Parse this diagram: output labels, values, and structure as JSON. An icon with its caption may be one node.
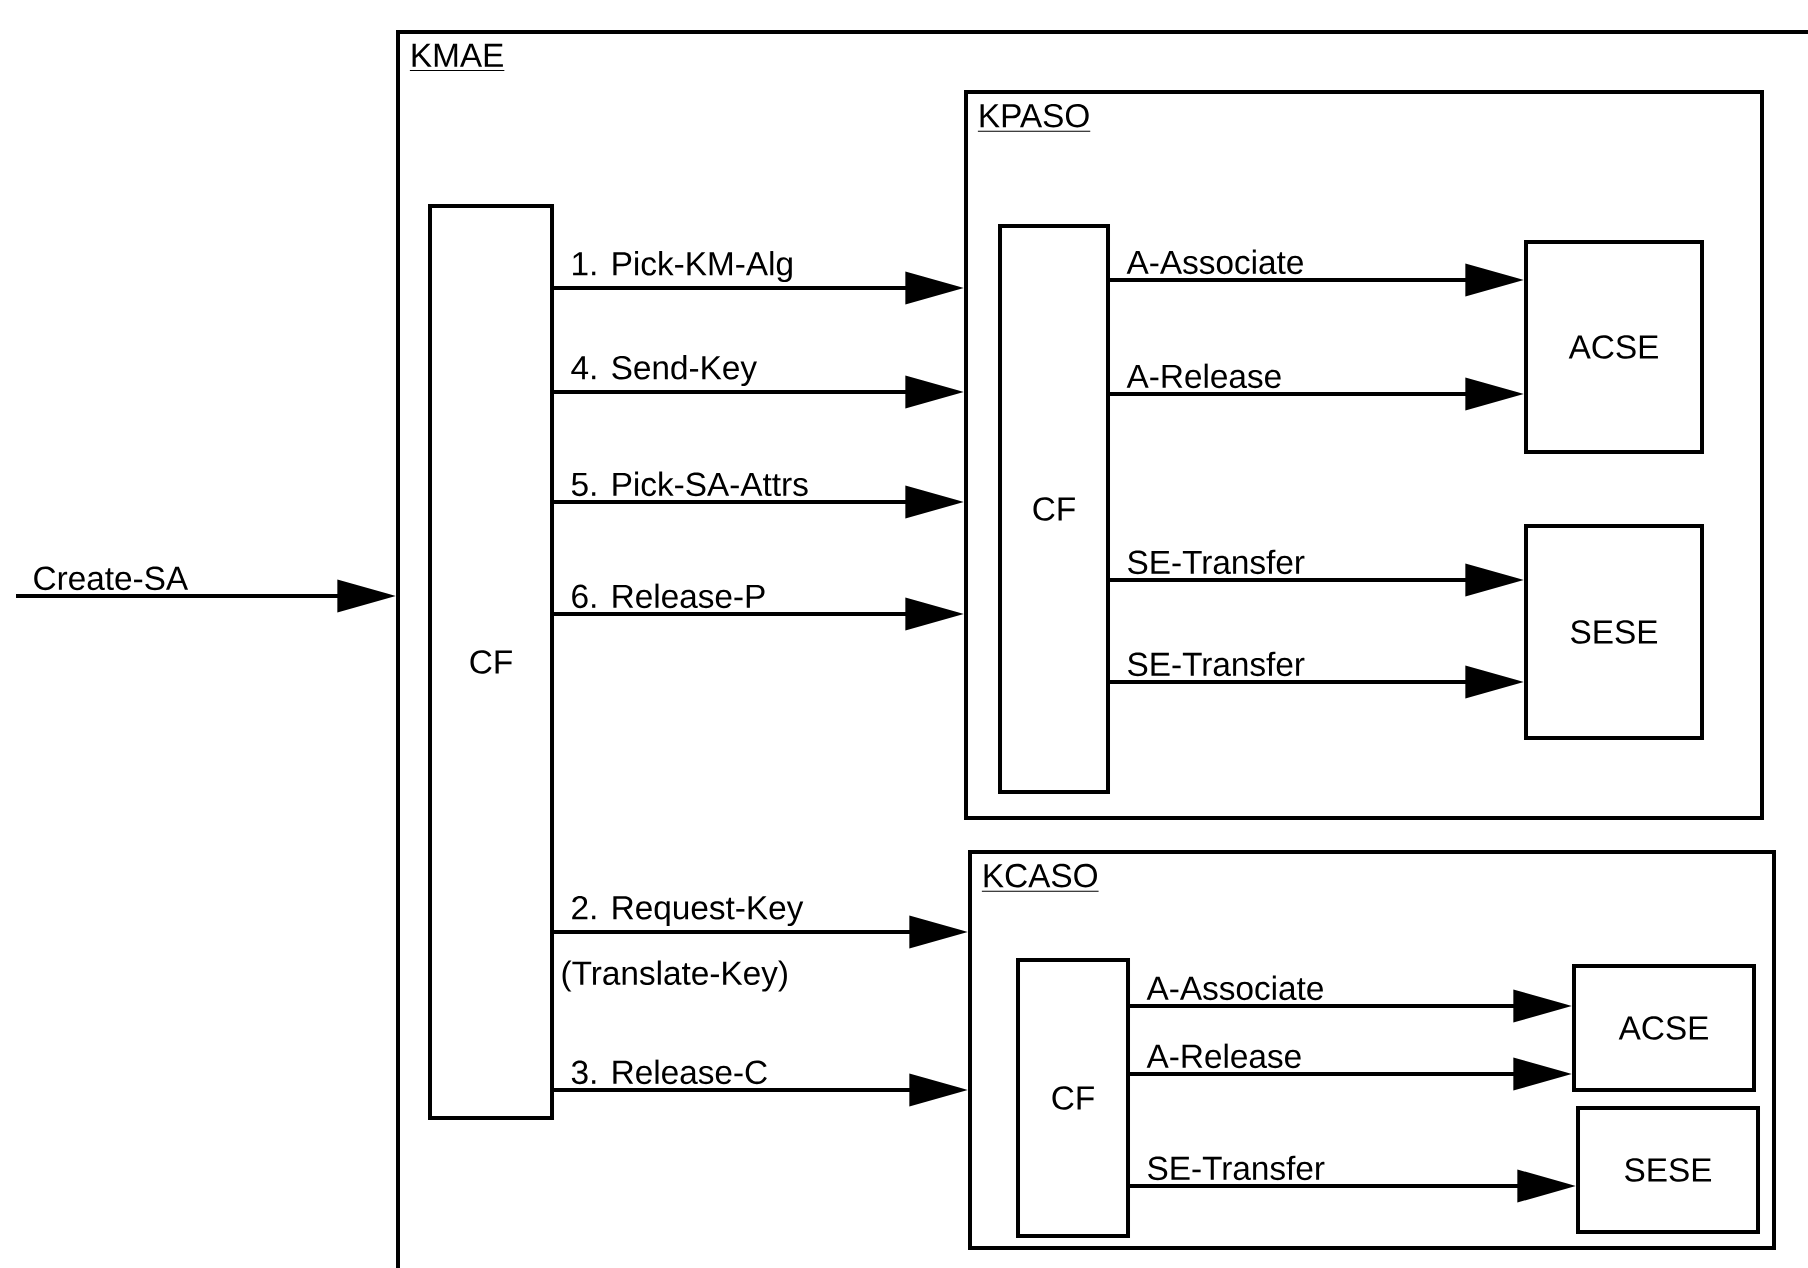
{
  "diagram": {
    "nodes": [
      {
        "text": [
          "KMAE"
        ]
      },
      {
        "text": [
          "CF"
        ],
        "in": 0
      },
      {
        "text": [
          "KPASO"
        ],
        "in": 0
      },
      {
        "text": [
          "CF"
        ],
        "in": 2
      },
      {
        "text": [
          "ACSE"
        ],
        "in": 2
      },
      {
        "text": [
          "SESE"
        ],
        "in": 2
      },
      {
        "text": [
          "KCASO"
        ],
        "in": 0
      },
      {
        "text": [
          "CF"
        ],
        "in": 6
      },
      {
        "text": [
          "ACSE"
        ],
        "in": 6
      },
      {
        "text": [
          "SESE"
        ],
        "in": 6
      }
    ],
    "edges": [
      {
        "from": null,
        "to": 0,
        "arrow": "to",
        "label": "Create-SA"
      },
      {
        "from": 1,
        "to": 2,
        "arrow": "to",
        "label": "1. Pick-KM-Alg"
      },
      {
        "from": 1,
        "to": 2,
        "arrow": "to",
        "label": "4. Send-Key"
      },
      {
        "from": 1,
        "to": 2,
        "arrow": "to",
        "label": "5. Pick-SA-Attrs"
      },
      {
        "from": 1,
        "to": 2,
        "arrow": "to",
        "label": "6. Release-P"
      },
      {
        "from": 1,
        "to": 6,
        "arrow": "to",
        "label": "2. Request-Key"
      },
      {
        "from": 1,
        "to": 6,
        "arrow": "to",
        "label": "3. Release-C"
      },
      {
        "from": 3,
        "to": 4,
        "arrow": "to",
        "label": "A-Associate"
      },
      {
        "from": 3,
        "to": 4,
        "arrow": "to",
        "label": "A-Release"
      },
      {
        "from": 3,
        "to": 5,
        "arrow": "to",
        "label": "SE-Transfer"
      },
      {
        "from": 3,
        "to": 5,
        "arrow": "to",
        "label": "SE-Transfer"
      },
      {
        "from": 7,
        "to": 8,
        "arrow": "to",
        "label": "A-Associate"
      },
      {
        "from": 7,
        "to": 8,
        "arrow": "to",
        "label": "A-Release"
      },
      {
        "from": 7,
        "to": 9,
        "arrow": "to",
        "label": "SE-Transfer"
      }
    ],
    "labels": [
      "(Translate-Key)"
    ]
  }
}
